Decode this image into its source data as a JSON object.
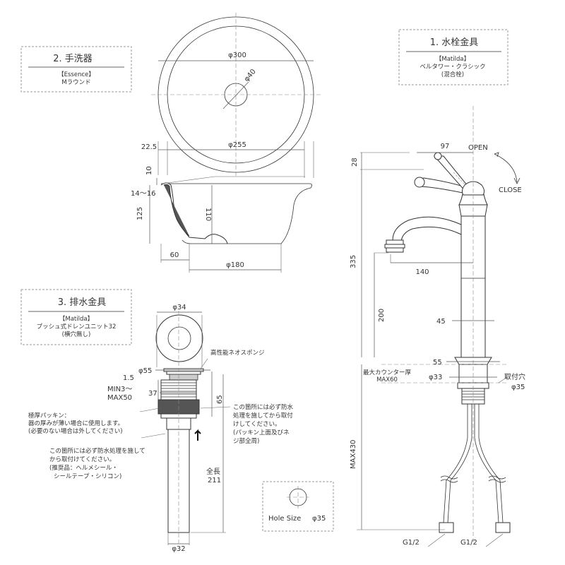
{
  "sink": {
    "title": "2.  手洗器",
    "model": "【Essence】",
    "model_sub": "Mラウンド",
    "d300": "φ300",
    "d40": "φ40",
    "d255": "φ255",
    "d225": "22.5",
    "h10": "10",
    "h1416": "14～16",
    "h125": "125",
    "h110": "110",
    "w60": "60",
    "d180": "φ180"
  },
  "faucet": {
    "title": "1.  水栓金具",
    "model": "【Matilda】",
    "model_sub": "ベルタワー・クラシック",
    "model_note": "(混合栓)",
    "h28": "28",
    "w97": "97",
    "open": "OPEN",
    "close": "CLOSE",
    "h335": "335",
    "w140": "140",
    "h200": "200",
    "d45": "45",
    "d55": "55",
    "counter_label": "最大カウンター厚",
    "counter_val": "MAX60",
    "d33": "φ33",
    "hole_label": "取付穴",
    "hole_val": "φ35",
    "max430": "MAX430",
    "g1": "G1/2",
    "g2": "G1/2"
  },
  "drain": {
    "title": "3.  排水金具",
    "model": "【Matilda】",
    "model_sub": "プッシュ式ドレンユニット32",
    "model_note": "(横穴無し)",
    "d34": "φ34",
    "sponge": "高性能ネオスポンジ",
    "d55": "φ55",
    "t15": "1.5",
    "min": "MIN3～",
    "max": "MAX50",
    "d37": "37",
    "h65": "65",
    "packing_1": "極厚パッキン：",
    "packing_2": "器の厚みが薄い場合に使用します。",
    "packing_3": "(必要のない場合は外してください)",
    "note1_1": "この箇所には必ず防水",
    "note1_2": "処理を施してから取付",
    "note1_3": "けしてください。",
    "note1_4": "(パッキン上面及びネ",
    "note1_5": "ジ部全周)",
    "note2_1": "この箇所には必ず防水処理を施して",
    "note2_2": "から取付けてください。",
    "note2_3": "(推奨品：ヘルメシール・",
    "note2_4": "シールテープ・シリコン)",
    "total_label": "全長",
    "total_val": "211",
    "d32": "φ32"
  },
  "hole": {
    "label": "Hole Size",
    "val": "φ35"
  }
}
